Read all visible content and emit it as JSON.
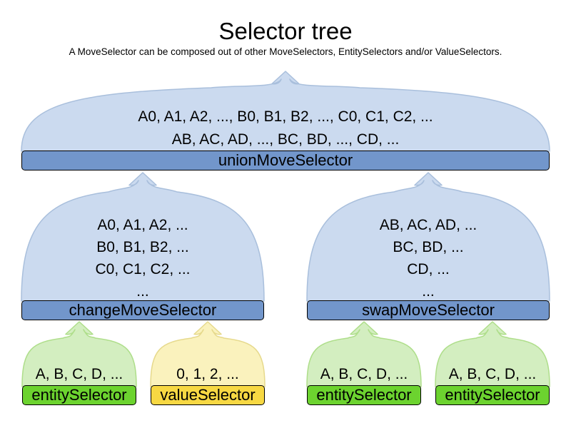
{
  "title": "Selector tree",
  "subtitle": "A MoveSelector can be composed out of other MoveSelectors, EntitySelectors and/or ValueSelectors.",
  "colors": {
    "move_cloud_fill": "#cbdaef",
    "move_cloud_stroke": "#a9bfdc",
    "move_bar_fill": "#7296cb",
    "bar_border": "#000000",
    "entity_cloud_fill": "#d3eec0",
    "entity_cloud_stroke": "#aede8a",
    "entity_bar_fill": "#6cd32f",
    "value_cloud_fill": "#faf2bd",
    "value_cloud_stroke": "#e6d98c",
    "value_bar_fill": "#f7d843",
    "text": "#000000"
  },
  "nodes": {
    "union": {
      "label": "unionMoveSelector",
      "lines": [
        "A0, A1, A2, ..., B0, B1, B2, ..., C0, C1, C2, ...",
        "AB, AC, AD, ..., BC, BD, ..., CD, ..."
      ]
    },
    "change": {
      "label": "changeMoveSelector",
      "lines": [
        "A0, A1, A2, ...",
        "B0, B1, B2, ...",
        "C0, C1, C2, ...",
        "..."
      ]
    },
    "swap": {
      "label": "swapMoveSelector",
      "lines": [
        "AB, AC, AD, ...",
        "BC, BD, ...",
        "CD, ...",
        "..."
      ]
    },
    "entity_left": {
      "label": "entitySelector",
      "lines": [
        "A, B, C, D, ..."
      ]
    },
    "value_left": {
      "label": "valueSelector",
      "lines": [
        "0, 1, 2, ..."
      ]
    },
    "entity_mid": {
      "label": "entitySelector",
      "lines": [
        "A, B, C, D, ..."
      ]
    },
    "entity_right": {
      "label": "entitySelector",
      "lines": [
        "A, B, C, D, ..."
      ]
    }
  }
}
